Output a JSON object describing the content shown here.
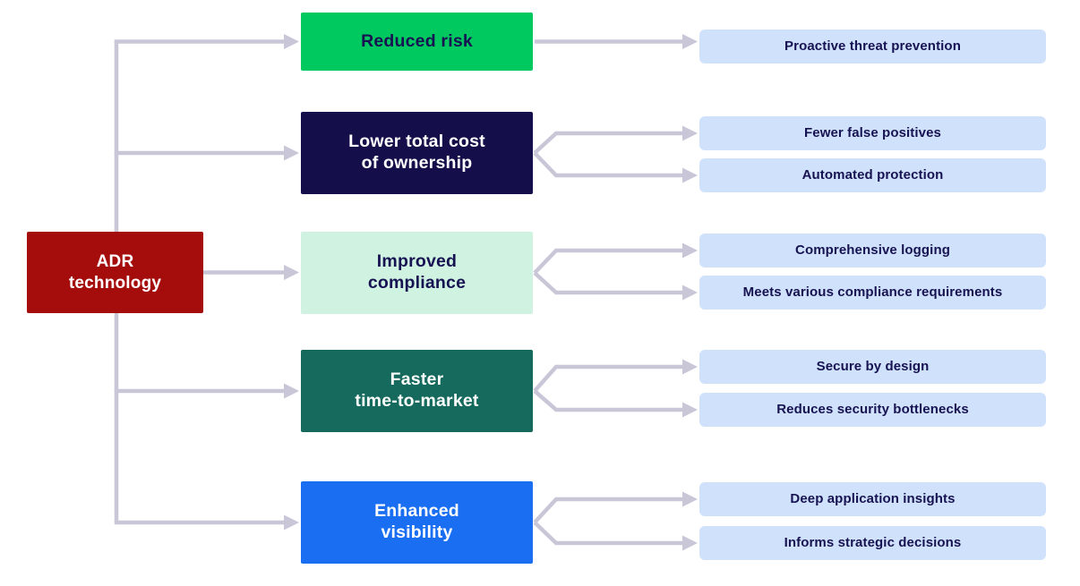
{
  "diagram": {
    "root": {
      "label": "ADR\ntechnology"
    },
    "branches": [
      {
        "label": "Reduced risk",
        "children": [
          "Proactive threat prevention"
        ]
      },
      {
        "label": "Lower total cost\nof ownership",
        "children": [
          "Fewer false positives",
          "Automated protection"
        ]
      },
      {
        "label": "Improved\ncompliance",
        "children": [
          "Comprehensive logging",
          "Meets various compliance requirements"
        ]
      },
      {
        "label": "Faster\ntime-to-market",
        "children": [
          "Secure by design",
          "Reduces security bottlenecks"
        ]
      },
      {
        "label": "Enhanced\nvisibility",
        "children": [
          "Deep application insights",
          "Informs strategic decisions"
        ]
      }
    ],
    "colors": {
      "background": "#FFFFFF",
      "root_bg": "#A50D0D",
      "root_fg": "#FFFFFF",
      "branch_bg": [
        "#00C95F",
        "#140F4A",
        "#D0F2E0",
        "#156A5D",
        "#1A6EF2"
      ],
      "branch_fg": [
        "#171353",
        "#FFFFFF",
        "#171353",
        "#FFFFFF",
        "#FFFFFF"
      ],
      "leaf_bg": "#D0E2FB",
      "leaf_fg": "#171353",
      "connector": "#C9C6D8"
    }
  }
}
